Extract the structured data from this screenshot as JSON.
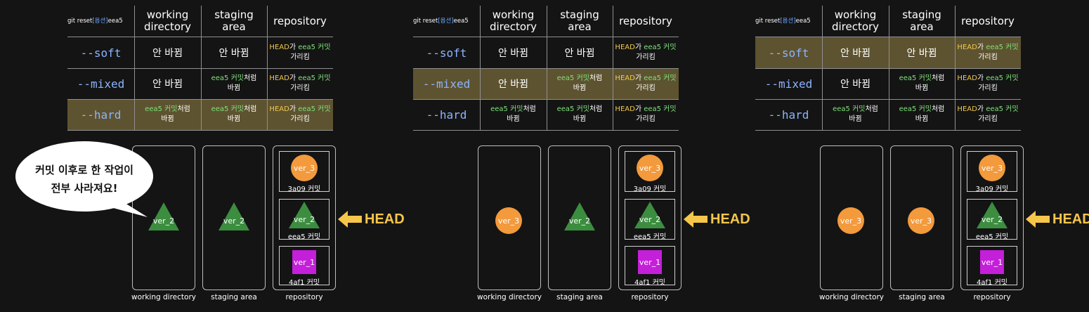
{
  "table": {
    "corner_prefix": "git reset ",
    "corner_option": "[옵션]",
    "corner_suffix": " eea5",
    "col_working": "working\ndirectory",
    "col_staging": "staging\narea",
    "col_repository": "repository",
    "rows": {
      "soft": {
        "option": "--soft",
        "working": "안 바뀜",
        "staging": "안 바뀜",
        "repo_head": "HEAD",
        "repo_ga": "가 ",
        "repo_commit": "eea5 커밋",
        "repo_tail": "가리킴"
      },
      "mixed": {
        "option": "--mixed",
        "working": "안 바뀜",
        "staging_commit": "eea5 커밋",
        "staging_cheoreom": "처럼",
        "staging_changed": "바뀜",
        "repo_head": "HEAD",
        "repo_ga": "가 ",
        "repo_commit": "eea5 커밋",
        "repo_tail": "가리킴"
      },
      "hard": {
        "option": "--hard",
        "working_commit": "eea5 커밋",
        "working_cheoreom": "처럼",
        "working_changed": "바뀜",
        "staging_commit": "eea5 커밋",
        "staging_cheoreom": "처럼",
        "staging_changed": "바뀜",
        "repo_head": "HEAD",
        "repo_ga": "가 ",
        "repo_commit": "eea5 커밋",
        "repo_tail": "가리킴"
      }
    }
  },
  "panels_highlight": [
    "hard",
    "mixed",
    "soft"
  ],
  "boxes": {
    "working_label": "working directory",
    "staging_label": "staging area",
    "repository_label": "repository"
  },
  "commits": {
    "ver3": "ver_3",
    "ver3_caption": "3a09 커밋",
    "ver2": "ver_2",
    "ver2_caption": "eea5 커밋",
    "ver1": "ver_1",
    "ver1_caption": "4af1 커밋"
  },
  "head_pointer": "HEAD",
  "speech_bubble": {
    "line1": "커밋 이후로 한 작업이",
    "line2": "전부 사라져요!"
  },
  "panel_contents": {
    "left": {
      "working": "ver_2",
      "staging": "ver_2"
    },
    "middle": {
      "working": "ver_3",
      "staging": "ver_2"
    },
    "right": {
      "working": "ver_3",
      "staging": "ver_3"
    }
  },
  "colors": {
    "background": "#141414",
    "highlight_row": "#5e5330",
    "commit_green": "#7fe07a",
    "head_yellow": "#f2c94c",
    "option_blue": "#8cb4ff",
    "circle_orange": "#f39a3d",
    "square_purple": "#c41fd9",
    "triangle_green": "#3c8d40"
  }
}
